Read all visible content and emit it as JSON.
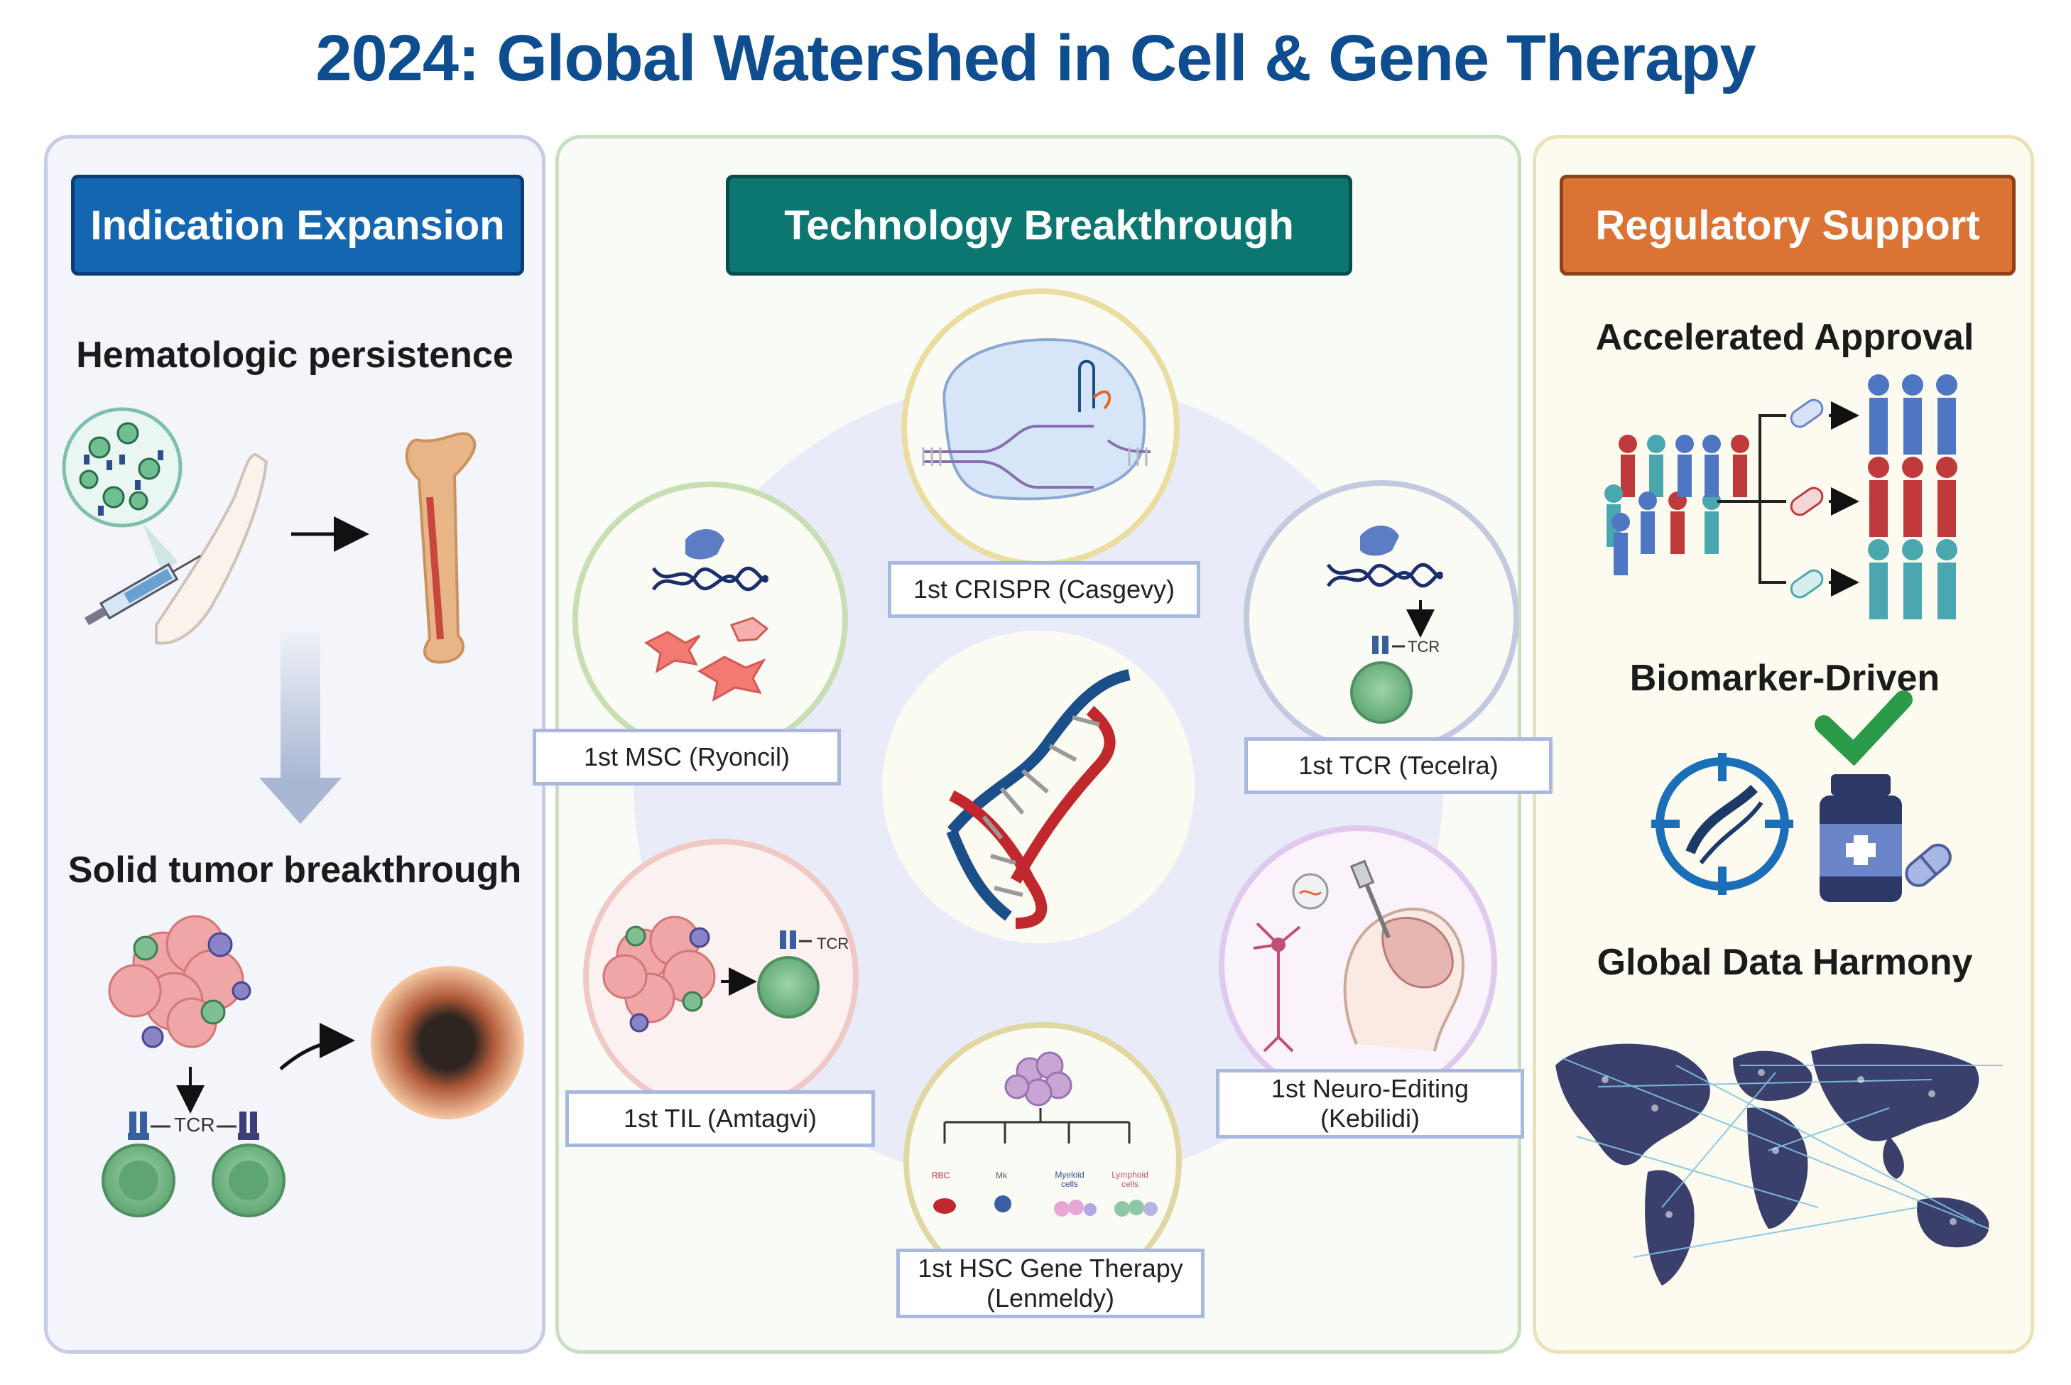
{
  "title": "2024: Global Watershed in Cell & Gene Therapy",
  "panels": {
    "left": {
      "header": "Indication Expansion",
      "sections": [
        "Hematologic persistence",
        "Solid tumor breakthrough"
      ],
      "tcr_label": "TCR"
    },
    "middle": {
      "header": "Technology Breakthrough",
      "milestones": [
        "1st CRISPR (Casgevy)",
        "1st MSC (Ryoncil)",
        "1st TCR (Tecelra)",
        "1st TIL (Amtagvi)",
        "1st Neuro-Editing (Kebilidi)",
        "1st HSC Gene Therapy (Lenmeldy)"
      ],
      "tcr_label": "TCR",
      "hsc_lineages": [
        "RBC",
        "Mk",
        "Myeloid cells",
        "Lymphoid cells"
      ]
    },
    "right": {
      "header": "Regulatory Support",
      "sections": [
        "Accelerated Approval",
        "Biomarker-Driven",
        "Global Data Harmony"
      ]
    }
  },
  "colors": {
    "title": "#0e4d8f",
    "indication_header": "#1466b0",
    "technology_header": "#0b7770",
    "regulatory_header": "#db7335",
    "dna_red": "#c0282d",
    "dna_blue": "#1a4f8a",
    "cell_green": "#7fbf8f",
    "map_navy": "#3a3f6b"
  }
}
